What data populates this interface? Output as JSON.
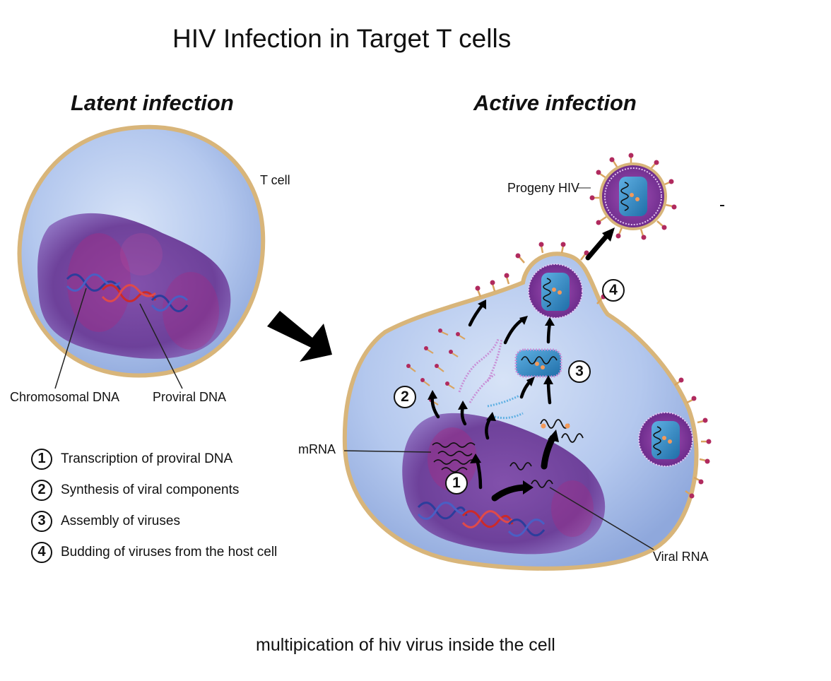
{
  "title": "HIV Infection in Target T cells",
  "panels": {
    "latent": "Latent infection",
    "active": "Active infection"
  },
  "labels": {
    "t_cell": "T cell",
    "chromosomal_dna": "Chromosomal DNA",
    "proviral_dna": "Proviral DNA",
    "mrna": "mRNA",
    "viral_rna": "Viral RNA",
    "progeny_hiv": "Progeny HIV"
  },
  "steps": [
    {
      "num": "1",
      "text": "Transcription of proviral DNA"
    },
    {
      "num": "2",
      "text": "Synthesis of viral components"
    },
    {
      "num": "3",
      "text": "Assembly of viruses"
    },
    {
      "num": "4",
      "text": "Budding of viruses from the host cell"
    }
  ],
  "caption": "multipication of hiv virus inside the cell",
  "colors": {
    "cytoplasm": "#b9cdef",
    "membrane": "#d8b57a",
    "nucleus": "#7a3f9a",
    "nucleus_highlight": "#b0267f",
    "dna_blue": "#2c3d9c",
    "dna_red": "#cc2a2a",
    "virus_envelope": "#8a3fa0",
    "capsid": "#2f86c4",
    "spike": "#b02a5e"
  }
}
